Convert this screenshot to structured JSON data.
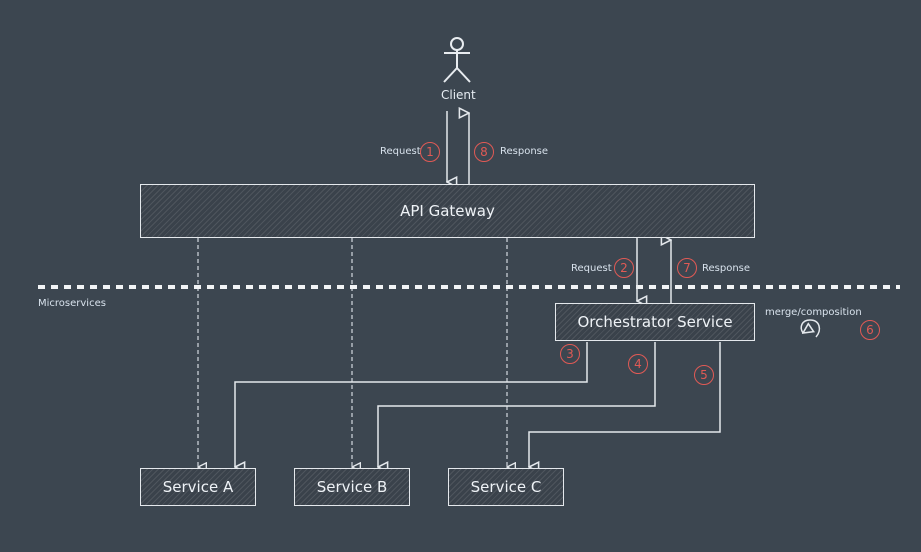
{
  "client": {
    "label": "Client",
    "icon": "stick-figure-icon"
  },
  "gateway": {
    "label": "API Gateway"
  },
  "zone": {
    "label": "Microservices"
  },
  "orchestrator": {
    "label": "Orchestrator Service",
    "note": "merge/composition",
    "loop_icon": "loop-arrow-icon"
  },
  "services": [
    {
      "label": "Service A"
    },
    {
      "label": "Service B"
    },
    {
      "label": "Service C"
    }
  ],
  "flows": {
    "client_request": {
      "label": "Request",
      "step": "1"
    },
    "client_response": {
      "label": "Response",
      "step": "8"
    },
    "orch_request": {
      "label": "Request",
      "step": "2"
    },
    "orch_response": {
      "label": "Response",
      "step": "7"
    },
    "call_a": {
      "step": "3"
    },
    "call_b": {
      "step": "4"
    },
    "call_c": {
      "step": "5"
    },
    "merge": {
      "step": "6"
    }
  },
  "colors": {
    "background": "#3c4650",
    "stroke": "#e4e8ec",
    "step_badge": "#e05a55"
  }
}
